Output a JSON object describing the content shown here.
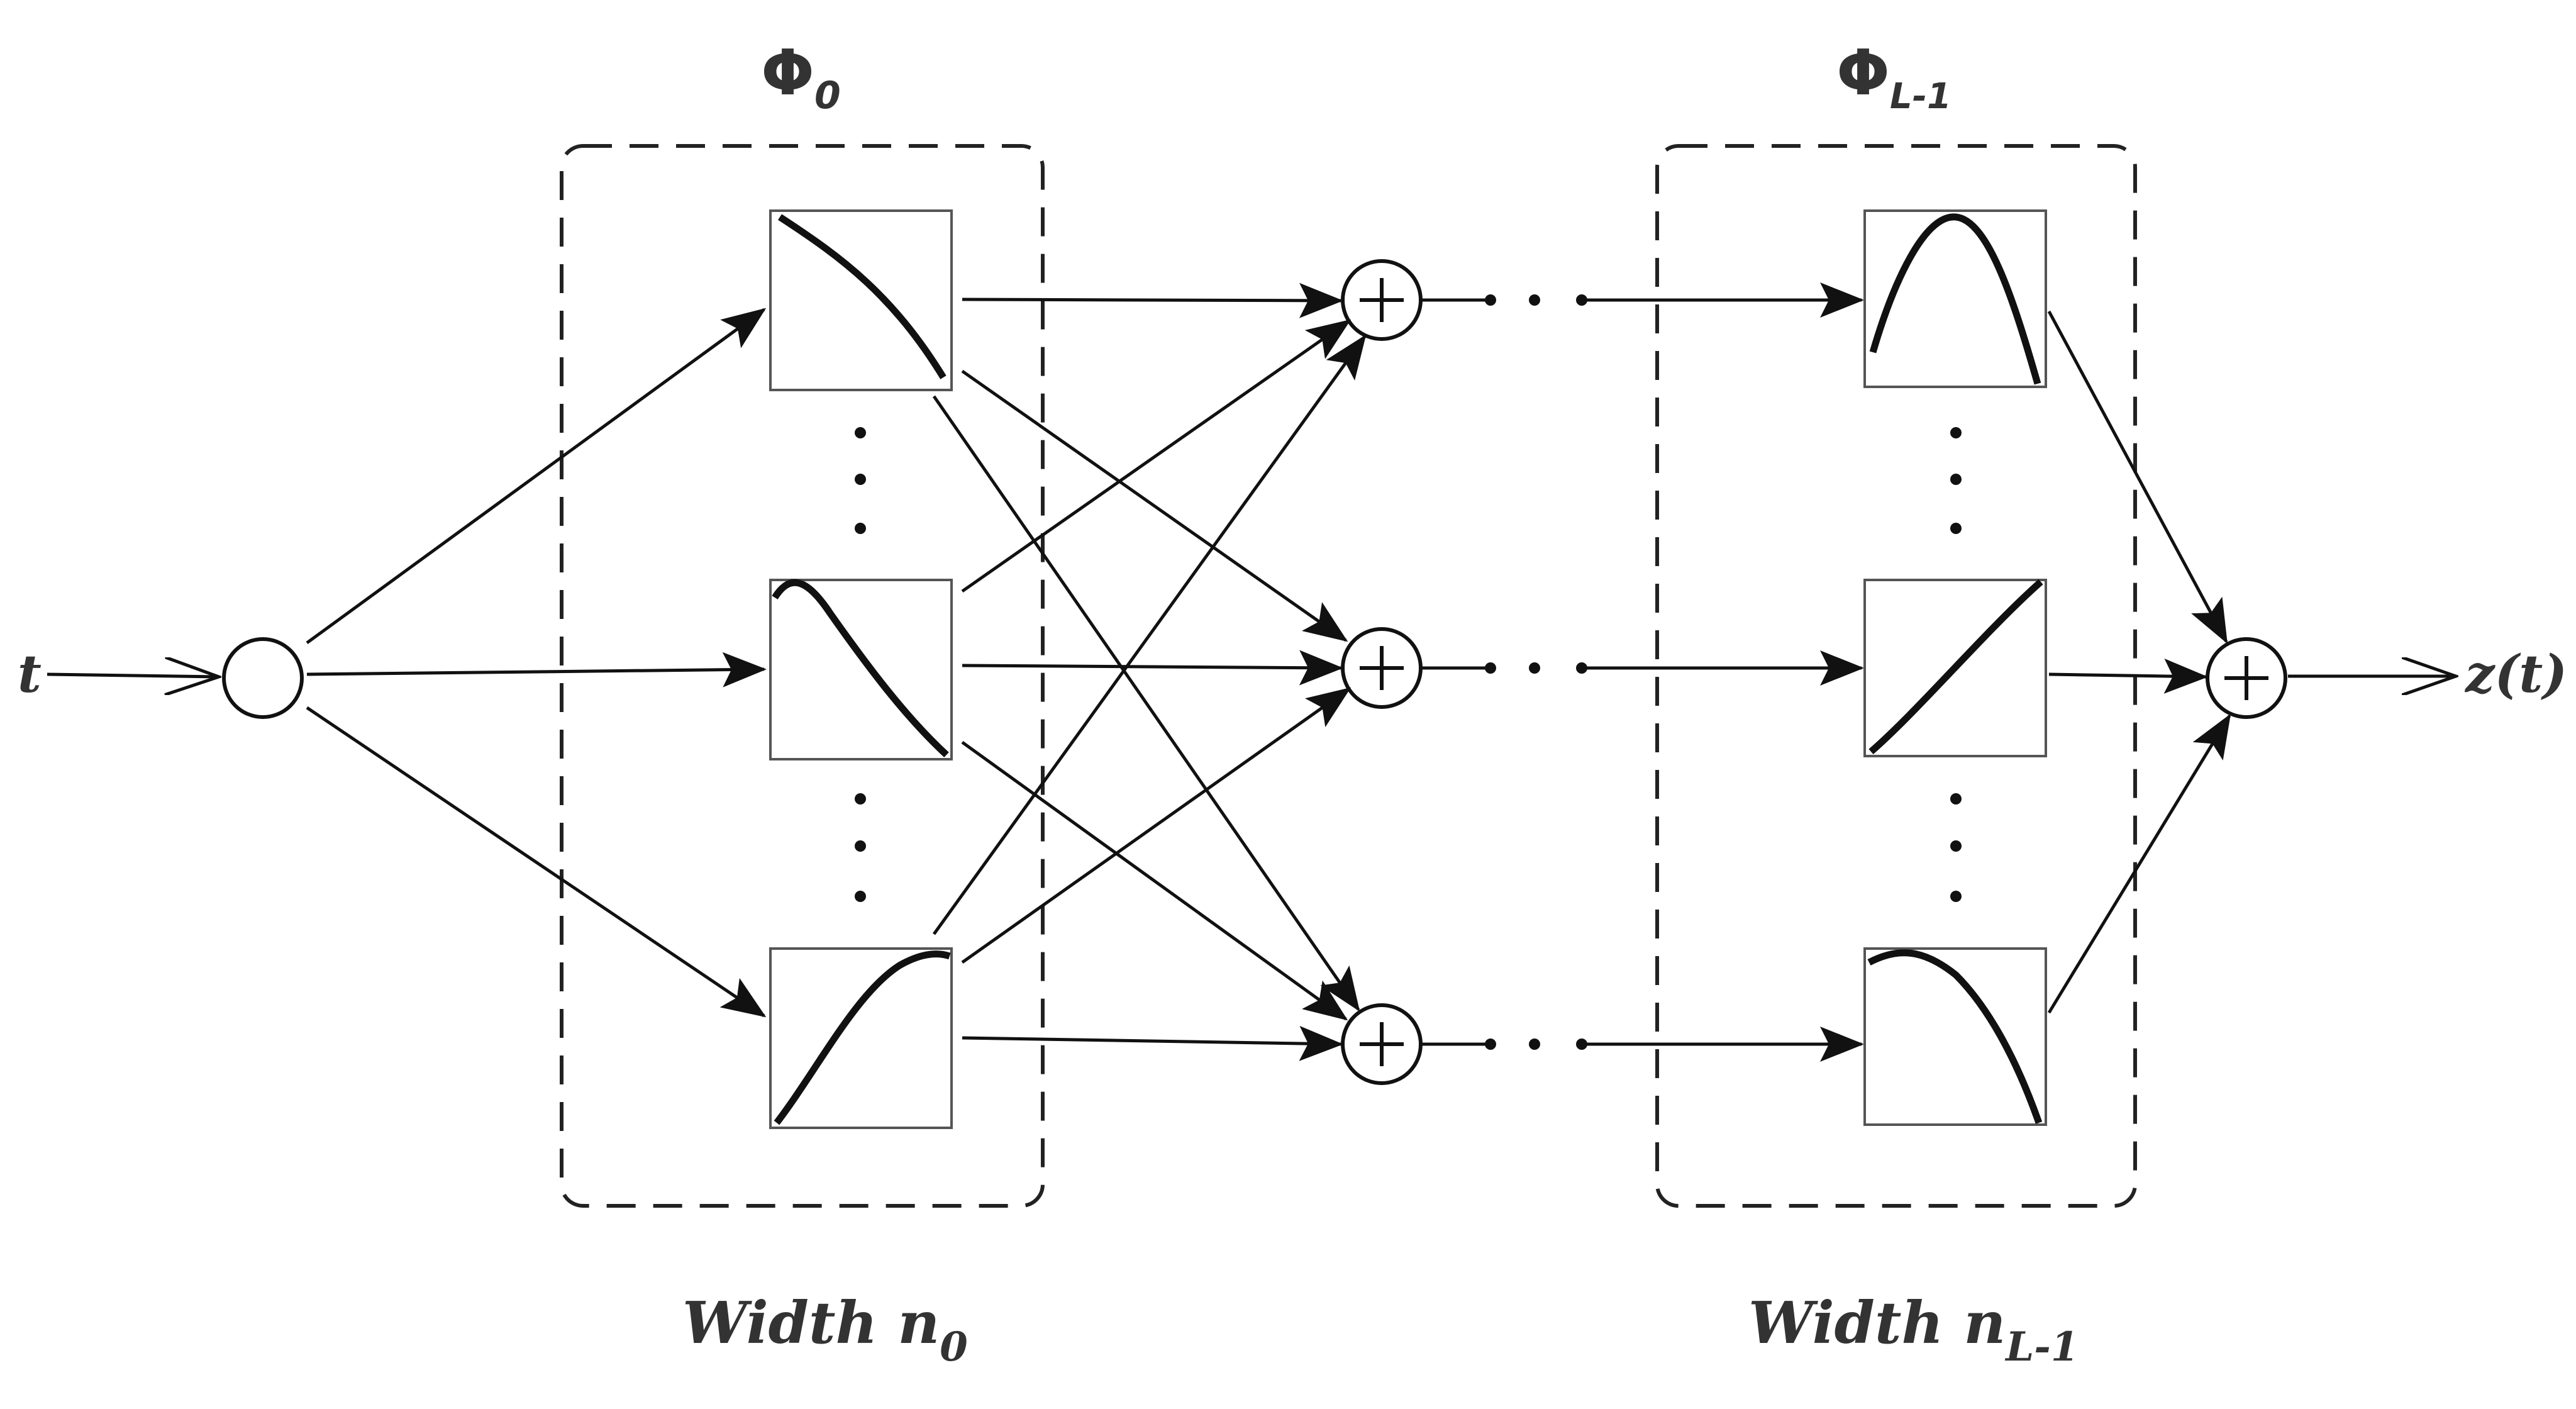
{
  "input_label": "t",
  "output_label": "z(t)",
  "layer_first": {
    "phi": "Φ",
    "phi_sub": "0",
    "width_text": "Width n",
    "width_sub": "0"
  },
  "layer_last": {
    "phi": "Φ",
    "phi_sub": "L-1",
    "width_text": "Width n",
    "width_sub": "L-1"
  },
  "sum_symbol": "+",
  "activation_shapes": {
    "layer_first": [
      "decreasing-concave",
      "decreasing-sigmoid",
      "increasing-saturating"
    ],
    "layer_last": [
      "bump",
      "increasing-linear",
      "decreasing-hump"
    ]
  },
  "colors": {
    "stroke": "#111111",
    "text": "#333333",
    "box": "#555555"
  }
}
